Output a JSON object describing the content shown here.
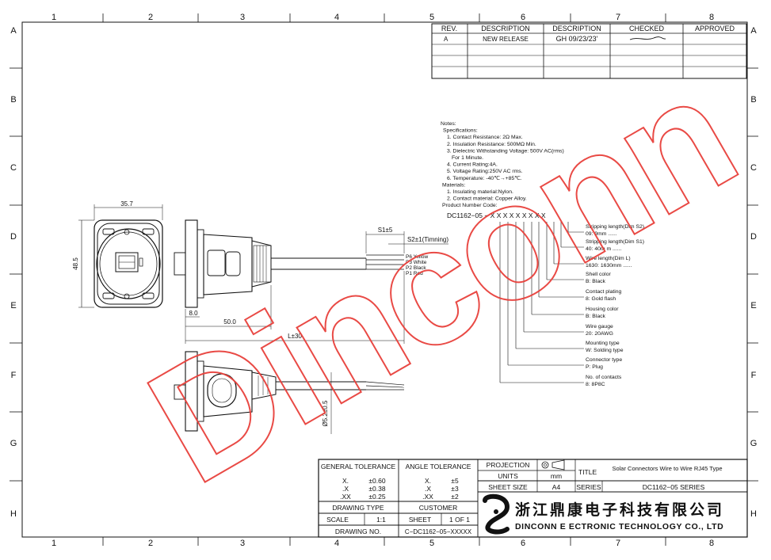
{
  "frame": {
    "columns": [
      "1",
      "2",
      "3",
      "4",
      "5",
      "6",
      "7",
      "8"
    ],
    "rows": [
      "A",
      "B",
      "C",
      "D",
      "E",
      "F",
      "G",
      "H"
    ]
  },
  "revision": {
    "headers": [
      "REV.",
      "DESCRIPTION",
      "DESCRIPTION",
      "CHECKED",
      "APPROVED"
    ],
    "row": [
      "A",
      "NEW RELEASE",
      "GH  09/23/23'"
    ]
  },
  "notes": {
    "lines": [
      "Notes:",
      "Specifications:",
      "1. Contact Resistance: 2Ω Max.",
      "2. Insulation Resistance: 500MΩ Min.",
      "3. Dielectric Withstanding Voltage: 500V AC(rms)",
      "For 1 Minute.",
      "4. Current Rating:4A.",
      "5. Voltage Rating:250V AC rms.",
      "6. Temperature: -40℃→+85℃.",
      "Materials:",
      "1. Insulating material:Nylon.",
      "2. Contact material: Copper Alloy.",
      "Product Number Code:"
    ],
    "code": "DC1162−05 − X X X X X X X X X"
  },
  "code_labels": [
    [
      "Stripping length(Dim S2)",
      "09: 9mm ......"
    ],
    [
      "Stripping length(Dim S1)",
      "40: 40m m ......"
    ],
    [
      "Wire length(Dim L)",
      "1630: 1630mm ......"
    ],
    [
      "Shell color",
      "B: Black"
    ],
    [
      "Contact plating",
      "8: Gold flash"
    ],
    [
      "Housing color",
      "B: Black"
    ],
    [
      "Wire gauge",
      "20: 20AWG"
    ],
    [
      "Mounting type",
      "W: Solding type"
    ],
    [
      "Connector type",
      "P: Plug"
    ],
    [
      "No. of contacts",
      "8: 8P8C"
    ]
  ],
  "dims": {
    "width_front": "35.7",
    "height_front": "48.5",
    "s1": "S1±5",
    "s2": "S2±1(Timning)",
    "d8": "8.0",
    "d50": "50.0",
    "l": "L±30",
    "dia": "Ø5.2±0.5",
    "wires": [
      "P6 Yellow",
      "P3 White",
      "P2 Black",
      "P1 Red"
    ]
  },
  "title_block": {
    "general_tolerance": "GENERAL  TOLERANCE",
    "angle_tolerance": "ANGLE  TOLERANCE",
    "gen_rows": [
      [
        "X.",
        "±0.60"
      ],
      [
        ".X",
        "±0.38"
      ],
      [
        ".XX",
        "±0.25"
      ]
    ],
    "ang_rows": [
      [
        "X.",
        "±5"
      ],
      [
        ".X",
        "±3"
      ],
      [
        ".XX",
        "±2"
      ]
    ],
    "drawing_type": "DRAWING  TYPE",
    "customer": "CUSTOMER",
    "scale_label": "SCALE",
    "scale_value": "1:1",
    "sheet_label": "SHEET",
    "sheet_value": "1  OF  1",
    "drawing_no_label": "DRAWING  NO.",
    "drawing_no": "C−DC1162−05−XXXXX",
    "projection": "PROJECTION",
    "units": "UNITS",
    "units_value": "mm",
    "sheet_size": "SHEET  SIZE",
    "sheet_size_value": "A4",
    "title_label": "TITLE",
    "title_value": "Solar Connectors Wire to Wire RJ45 Type",
    "series_label": "SERIES",
    "series_value": "DC1162−05  SERIES",
    "company_cn": "浙江鼎康电子科技有限公司",
    "company_en": "DINCONN E ECTRONIC TECHNOLOGY CO., LTD"
  },
  "watermark": "Dinconn",
  "colors": {
    "watermark": "#e8413c",
    "line": "#111111"
  }
}
